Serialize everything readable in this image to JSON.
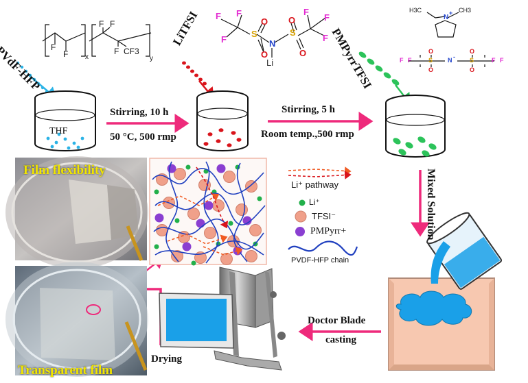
{
  "colors": {
    "arrow": "#ee2a7b",
    "pvdf_drop": "#2bb3e6",
    "li_drop": "#d9141b",
    "pmpyrr_drop": "#2cc35a",
    "fluorine": "#e22bd1",
    "sulfur": "#d6a000",
    "nitrogen": "#2244cc",
    "chain": "#1f3fbf",
    "pathway": "#f05a22",
    "li_ion": "#22b04b",
    "tfsi_ion": "#f0a08a",
    "pmpyrr_ion": "#8a3fd1",
    "casting_plate": "#f7c8b0",
    "film_blue": "#1aa0e8",
    "photo_text": "#f2e600"
  },
  "reagents": {
    "pvdf": "PVdF-HFP",
    "litfsi": "LiTFSI",
    "pmpyrr": "PMPyrrTFSI"
  },
  "beaker1": {
    "solvent": "THF"
  },
  "step1": {
    "line1": "Stirring, 10 h",
    "line2": "50 °C, 500 rmp"
  },
  "step2": {
    "line1": "Stirring, 5 h",
    "line2": "Room temp.,500 rmp"
  },
  "mixed": "Mixed Solution",
  "casting": {
    "line1": "Doctor Blade",
    "line2": "casting"
  },
  "drying": "Drying",
  "photos": {
    "flex": "Film flexibility",
    "transparent": "Transparent film"
  },
  "pvdf_structure": {
    "f": "F",
    "x": "x",
    "y": "y",
    "cf3": "CF3"
  },
  "litfsi_structure": {
    "f": "F",
    "s": "S",
    "o": "O",
    "n": "N",
    "li": "Li"
  },
  "pmpyrr_structure": {
    "h3c": "H3C",
    "ch3": "CH3",
    "n": "N",
    "plus": "+",
    "f": "F",
    "s": "S",
    "o": "O",
    "n_minus": "N",
    "minus": "-"
  },
  "legend": {
    "pathway": "Li⁺ pathway",
    "li": "Li⁺",
    "tfsi": "TFSI⁻",
    "pmpyrr": "PMPyrr+",
    "chain": "PVDF-HFP chain"
  }
}
